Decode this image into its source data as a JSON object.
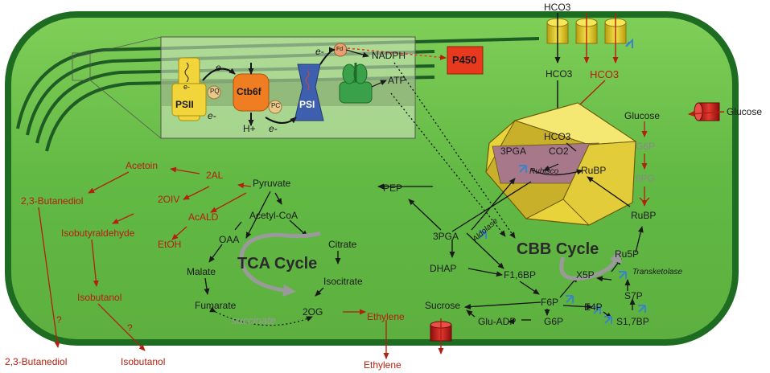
{
  "colors": {
    "cell_fill": "#6cc04a",
    "cell_border": "#1e6b22",
    "thylakoid": "#1e5c24",
    "pathway_red": "#b3200f",
    "arrow_black": "#1a1a1a",
    "enzyme_blue": "#3b84c8",
    "carboxysome_yellow": "#e8d43a",
    "p450_orange": "#e8381e"
  },
  "transporters": {
    "top_icon": "hco3-transporter-icon",
    "right_icon": "glucose-transporter-icon",
    "bottom_icon": "ethylene-export-icon"
  },
  "photosynthesis": {
    "psii": "PSII",
    "pq": "PQ",
    "ctb6f": "Ctb6f",
    "pc": "PC",
    "psi": "PSI",
    "fd": "Fd",
    "e1": "e-",
    "e2": "e-",
    "e3": "e-",
    "e4": "e-",
    "e_in_psii": "e-",
    "h_plus": "H+",
    "nadph": "NADPH",
    "atp": "ATP"
  },
  "p450": "P450",
  "hco3": {
    "outside": "HCO3",
    "inside_black": "HCO3",
    "inside_red": "HCO3",
    "carboxysome": "HCO3"
  },
  "carboxysome": {
    "co2": "CO2",
    "pga": "3PGA",
    "rubp": "RuBP",
    "rubisco": "Rubisco"
  },
  "glucose_branch": {
    "outside": "Glucose",
    "inside": "Glucose",
    "g6p": "G6P",
    "pg6": "6PG",
    "rubp": "RuBP"
  },
  "cbb": {
    "title": "CBB Cycle",
    "pga": "3PGA",
    "dhap": "DHAP",
    "f16bp": "F1,6BP",
    "f6p": "F6P",
    "e4p": "E4P",
    "x5p": "X5P",
    "ru5p": "Ru5P",
    "s7p": "S7P",
    "s17bp": "S1,7BP",
    "g6p": "G6P",
    "glu_adp": "Glu-ADP",
    "sucrose": "Sucrose",
    "aldolase": "Aldolase",
    "transketolase": "Transketolase",
    "pep": "PEP"
  },
  "tca": {
    "title": "TCA Cycle",
    "pyruvate": "Pyruvate",
    "acetyl_coa": "Acetyl-CoA",
    "oaa": "OAA",
    "citrate": "Citrate",
    "malate": "Malate",
    "isocitrate": "Isocitrate",
    "fumarate": "Fumarate",
    "og": "2OG",
    "succinate": "succinate"
  },
  "products": {
    "acetoin": "Acetoin",
    "al2": "2AL",
    "oiv2": "2OIV",
    "acald": "AcALD",
    "etoh": "EtOH",
    "butanediol": "2,3-Butanediol",
    "isobutyraldehyde": "Isobutyraldehyde",
    "isobutanol": "Isobutanol",
    "ethylene": "Ethylene",
    "q1": "?",
    "q2": "?",
    "out_butanediol": "2,3-Butanediol",
    "out_isobutanol": "Isobutanol",
    "out_ethylene": "Ethylene"
  }
}
